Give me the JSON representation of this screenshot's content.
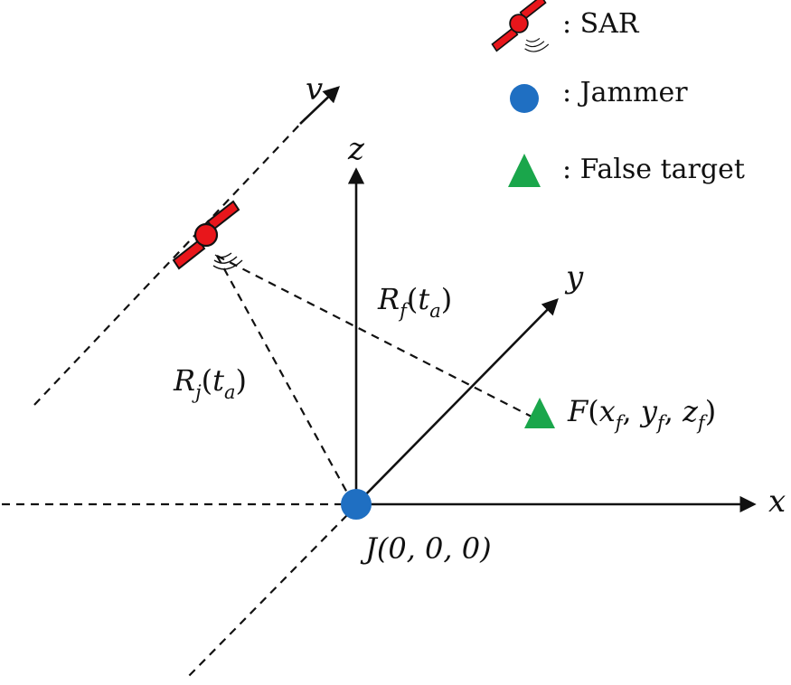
{
  "legend": {
    "items": [
      {
        "label": ": SAR",
        "icon": "satellite-icon",
        "color": "#e8161b"
      },
      {
        "label": ": Jammer",
        "icon": "circle-icon",
        "color": "#1f6fc2"
      },
      {
        "label": ": False target",
        "icon": "triangle-icon",
        "color": "#1aa64b"
      }
    ]
  },
  "axes": {
    "v": "v",
    "z": "z",
    "y": "y",
    "x": "x"
  },
  "labels": {
    "Rf": {
      "main": "R",
      "sub": "f",
      "open": "(",
      "arg": "t",
      "arg_sub": "a",
      "close": ")"
    },
    "Rj": {
      "main": "R",
      "sub": "j",
      "open": "(",
      "arg": "t",
      "arg_sub": "a",
      "close": ")"
    },
    "F": {
      "main": "F",
      "open": "(",
      "c1": "x",
      "c1_sub": "f",
      "sep1": ", ",
      "c2": "y",
      "c2_sub": "f",
      "sep2": ", ",
      "c3": "z",
      "c3_sub": "f",
      "close": ")"
    },
    "J": "J(0, 0, 0)"
  },
  "colors": {
    "sar": "#e8161b",
    "jammer": "#1f6fc2",
    "false_target": "#1aa64b",
    "line": "#111111"
  }
}
